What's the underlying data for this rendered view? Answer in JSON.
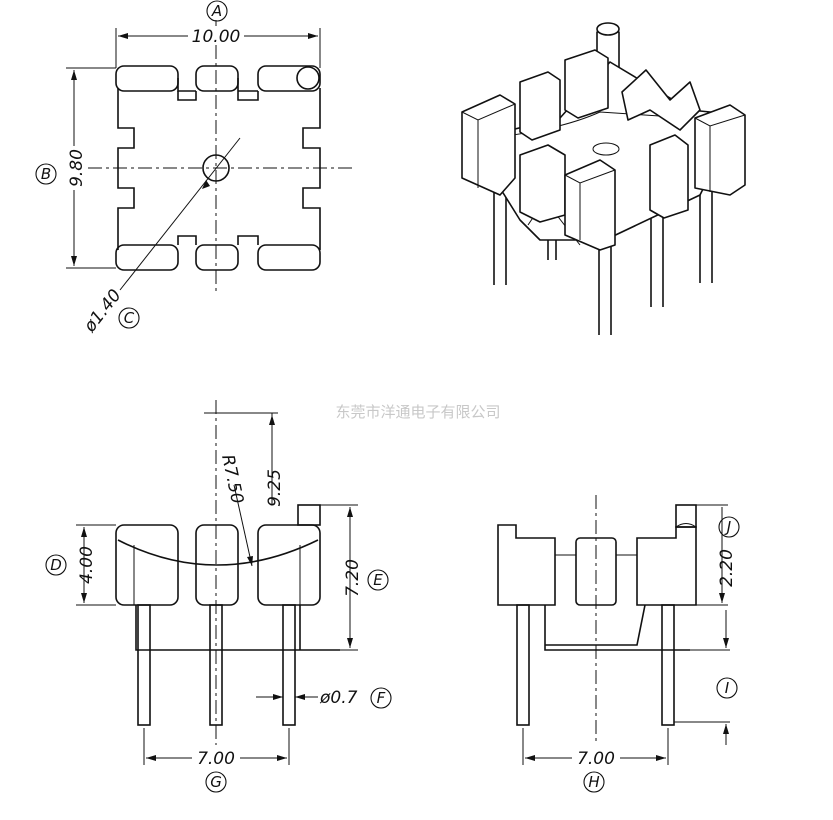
{
  "watermark": "东莞市洋通电子有限公司",
  "dimensions": {
    "width": "10.00",
    "depth": "9.80",
    "hole_dia": "ø1.40",
    "radius": "R7.50",
    "total_height": "9.25",
    "slot_depth": "4.00",
    "body_height": "7.20",
    "pin_dia": "ø0.7",
    "pin_span_front": "7.00",
    "pin_span_side": "7.00",
    "tab_height": "2.20"
  },
  "labels": {
    "A": "A",
    "B": "B",
    "C": "C",
    "D": "D",
    "E": "E",
    "F": "F",
    "G": "G",
    "H": "H",
    "I": "I",
    "J": "J"
  }
}
